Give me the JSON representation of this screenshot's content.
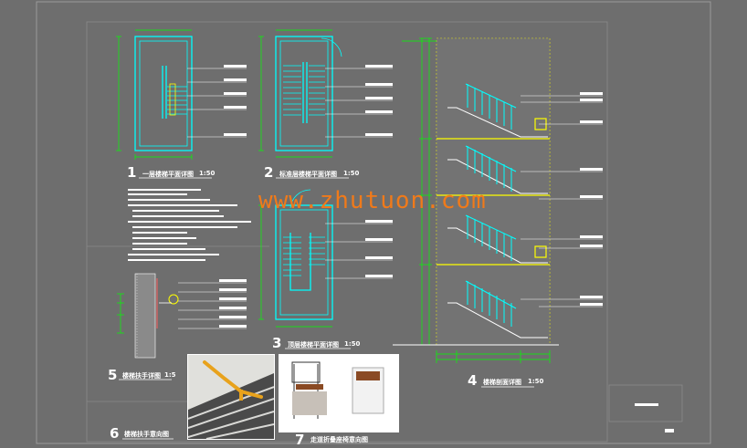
{
  "watermark": "www.zhutuon.com",
  "details": [
    {
      "number": "1",
      "title": "一层楼梯平面详图",
      "scale": "1:50"
    },
    {
      "number": "2",
      "title": "标准层楼梯平面详图",
      "scale": "1:50"
    },
    {
      "number": "3",
      "title": "顶层楼梯平面详图",
      "scale": "1:50"
    },
    {
      "number": "4",
      "title": "楼梯剖面详图",
      "scale": "1:50"
    },
    {
      "number": "5",
      "title": "楼梯扶手详图",
      "scale": "1:5"
    },
    {
      "number": "6",
      "title": "楼梯扶手意向图",
      "scale": ""
    },
    {
      "number": "7",
      "title": "走道折叠座椅意向图",
      "scale": ""
    }
  ],
  "colors": {
    "background": "#6e6e6e",
    "stair_plan": "#00ffff",
    "dimension": "#00ff00",
    "accent": "#ffff00",
    "annotation": "#ffffff",
    "watermark": "#f07a1a"
  }
}
